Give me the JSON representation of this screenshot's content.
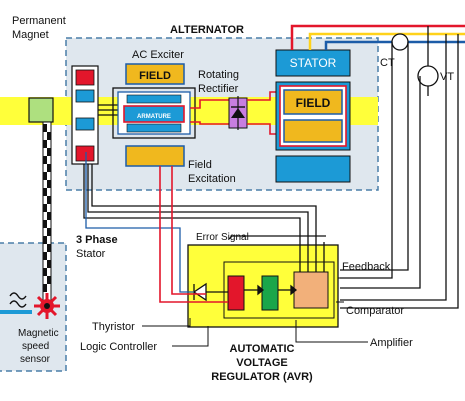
{
  "labels": {
    "permanent_magnet": [
      "Permanent",
      "Magnet"
    ],
    "alternator": "ALTERNATOR",
    "ac_exciter": "AC Exciter",
    "field_exciter": "FIELD",
    "armature": "ARMATURE",
    "rotating_rectifier": [
      "Rotating",
      "Rectifier"
    ],
    "stator": "STATOR",
    "field_main": "FIELD",
    "ct": "CT",
    "vt": "VT",
    "field_excitation": [
      "Field",
      "Excitation"
    ],
    "three_phase_stator": [
      "3 Phase",
      "Stator"
    ],
    "error_signal": "Error Signal",
    "feedback": "Feedback",
    "comparator": "Comparator",
    "amplifier": "Amplifier",
    "thyristor": "Thyristor",
    "logic_controller": "Logic Controller",
    "magnetic_speed_sensor": [
      "Magnetic",
      "speed",
      "sensor"
    ],
    "avr_title": [
      "AUTOMATIC",
      "VOLTAGE",
      "REGULATOR (AVR)"
    ]
  },
  "colors": {
    "shaft": "#ffff3a",
    "alternator_bg": "#dfe7ee",
    "blue_block": "#1c9ad6",
    "field_block": "#f0b81e",
    "red_block": "#e3162b",
    "avr_bg": "#ffff3a",
    "green_block": "#1aa64a",
    "peach_block": "#f2b07a",
    "wire_red": "#e3162b"
  }
}
